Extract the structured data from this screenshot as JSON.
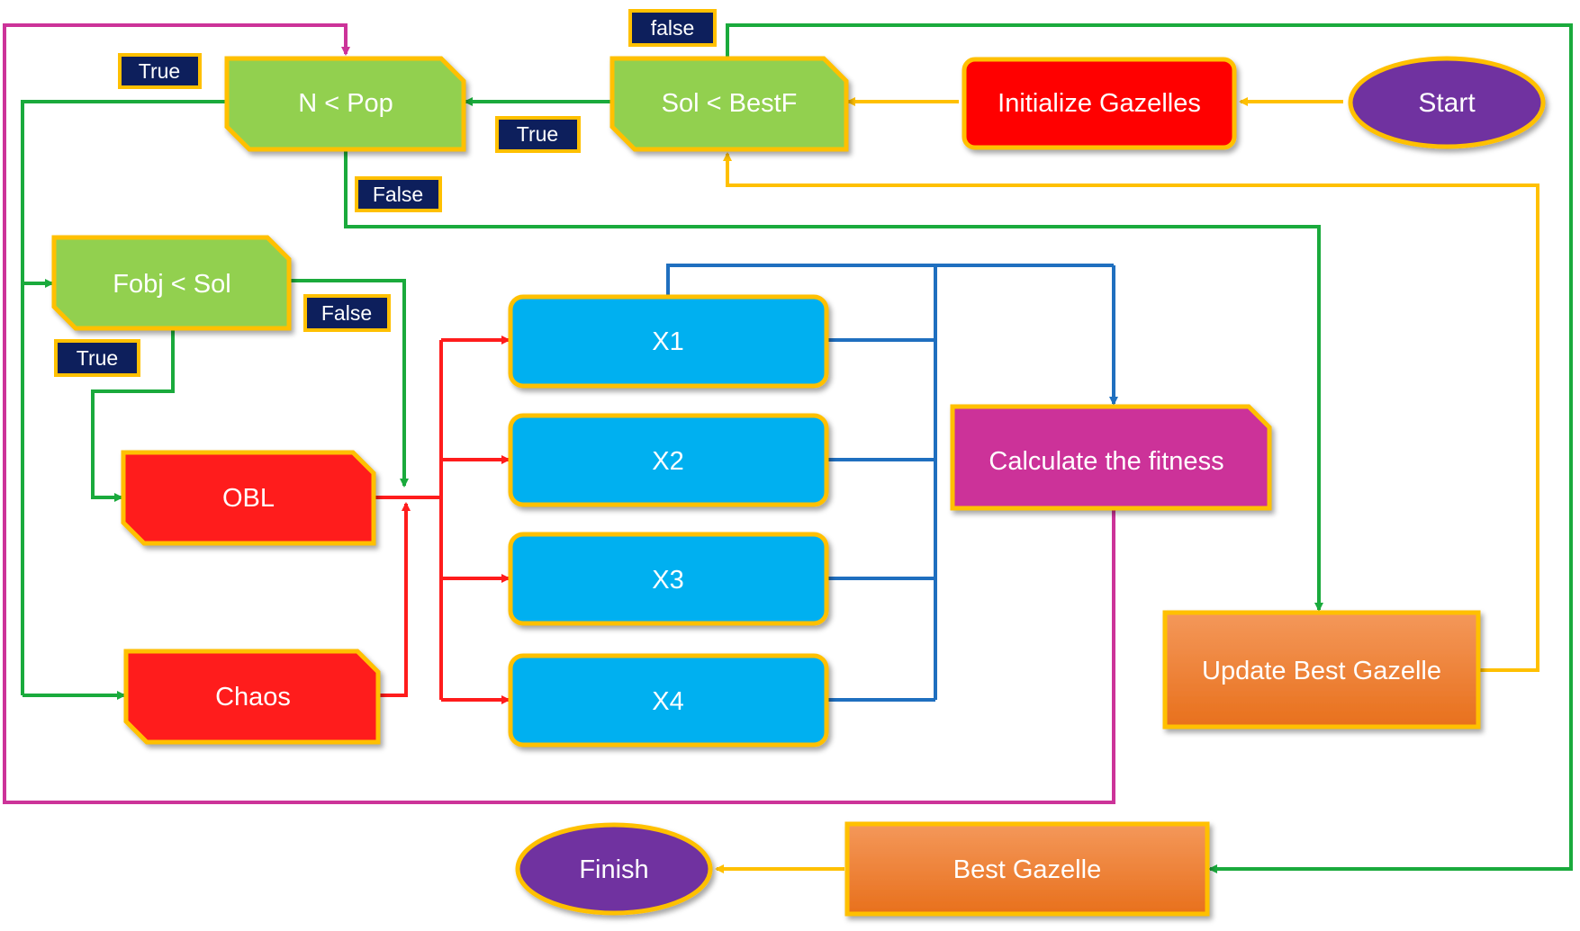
{
  "nodes": {
    "start": "Start",
    "init": "Initialize Gazelles",
    "sol_bestf": "Sol < BestF",
    "n_pop": "N < Pop",
    "fobj_sol": "Fobj < Sol",
    "obl": "OBL",
    "chaos": "Chaos",
    "x1": "X1",
    "x2": "X2",
    "x3": "X3",
    "x4": "X4",
    "fitness": "Calculate the fitness",
    "update_best": "Update Best Gazelle",
    "best_gazelle": "Best Gazelle",
    "finish": "Finish"
  },
  "labels": {
    "false_top": "false",
    "true_npop": "True",
    "true_sol": "True",
    "false_npop": "False",
    "false_fobj": "False",
    "true_fobj": "True"
  },
  "colors": {
    "green_decision": "#92d050",
    "red_process": "#ff1c1c",
    "blue_process": "#00b0f0",
    "magenta_process": "#cc3399",
    "orange_process": "#ed7d31",
    "purple_terminal": "#7030a0",
    "border_gold": "#ffc000",
    "label_navy": "#0d1f5c",
    "arrow_green": "#1aaa3c",
    "arrow_gold": "#ffc000",
    "arrow_red": "#ff1c1c",
    "arrow_blue": "#1f6fbf",
    "arrow_magenta": "#cc3399"
  }
}
